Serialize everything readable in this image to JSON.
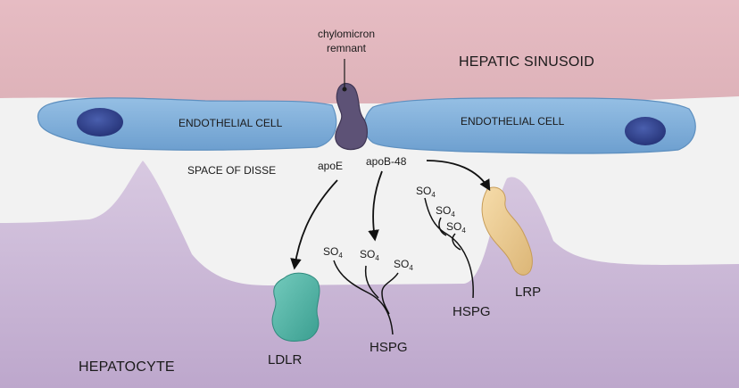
{
  "labels": {
    "sinusoid": "HEPATIC SINUSOID",
    "endothelial_left": "ENDOTHELIAL CELL",
    "endothelial_right": "ENDOTHELIAL CELL",
    "space_of_disse": "SPACE OF DISSE",
    "hepatocyte": "HEPATOCYTE",
    "remnant_line1": "chylomicron",
    "remnant_line2": "remnant",
    "apoE": "apoE",
    "apoB48": "apoB-48",
    "ldlr": "LDLR",
    "lrp": "LRP",
    "hspg_center": "HSPG",
    "hspg_right": "HSPG",
    "so4_base": "SO",
    "so4_sub": "4"
  },
  "colors": {
    "sinusoid": "#dcb0b7",
    "disse": "#f1f1f1",
    "hepatocyte": "#c8b6d4",
    "endothelial": "#7fadd9",
    "nucleus": "#34478f",
    "remnant": "#5d5276",
    "ldlr": "#4fb5a7",
    "lrp": "#e9c78e"
  }
}
